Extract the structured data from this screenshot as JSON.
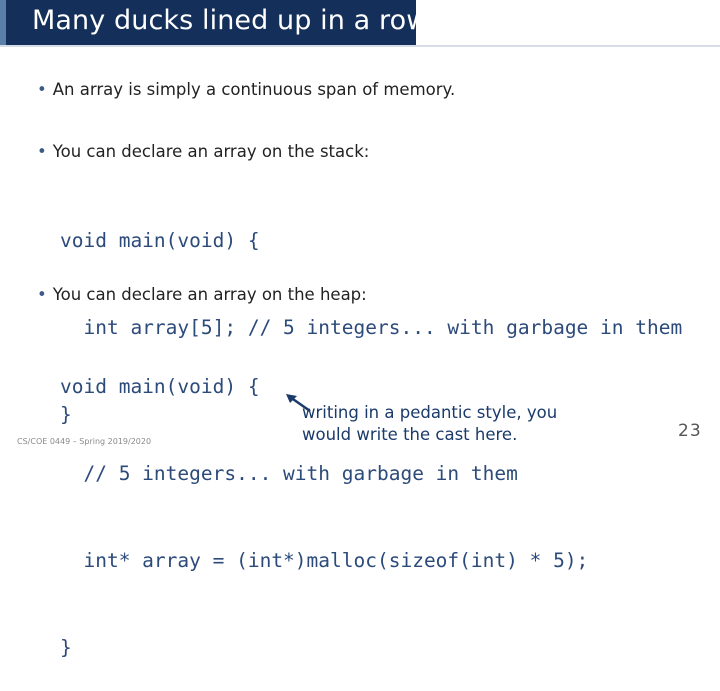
{
  "slide": {
    "title": "Many ducks lined up in a row",
    "bullets": [
      "An array is simply a continuous span of memory.",
      "You can declare an array on the stack:",
      "You can declare an array on the heap:"
    ],
    "bullet_glyph": "•",
    "stack_code": [
      "void main(void) {",
      "  int array[5]; // 5 integers... with garbage in them",
      "}"
    ],
    "heap_code": [
      "void main(void) {",
      "  // 5 integers... with garbage in them",
      "  int* array = (int*)malloc(sizeof(int) * 5);",
      "}"
    ],
    "annotation": [
      "writing in a pedantic style, you",
      "would write the cast here."
    ],
    "footer": "CS/COE 0449 – Spring 2019/2020",
    "page_number": "23"
  },
  "colors": {
    "title_bar": "#14305a",
    "code": "#2c4a7a",
    "annotation": "#1a3a6a"
  }
}
